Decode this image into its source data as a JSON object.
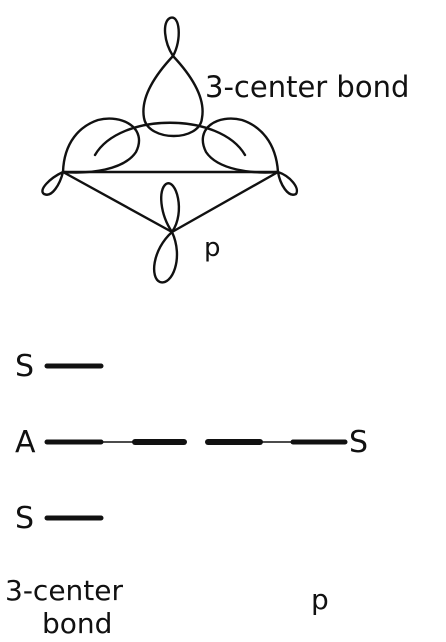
{
  "top_diagram": {
    "label_three_center": "3-center bond",
    "label_p": "p"
  },
  "level_diagram": {
    "levels": [
      {
        "symmetry": "S"
      },
      {
        "symmetry": "A",
        "right_symmetry": "S"
      },
      {
        "symmetry": "S"
      }
    ],
    "bottom_left_label_line1": "3-center",
    "bottom_left_label_line2": "bond",
    "bottom_right_label": "p"
  },
  "colors": {
    "ink": "#111111",
    "background": "#ffffff"
  }
}
